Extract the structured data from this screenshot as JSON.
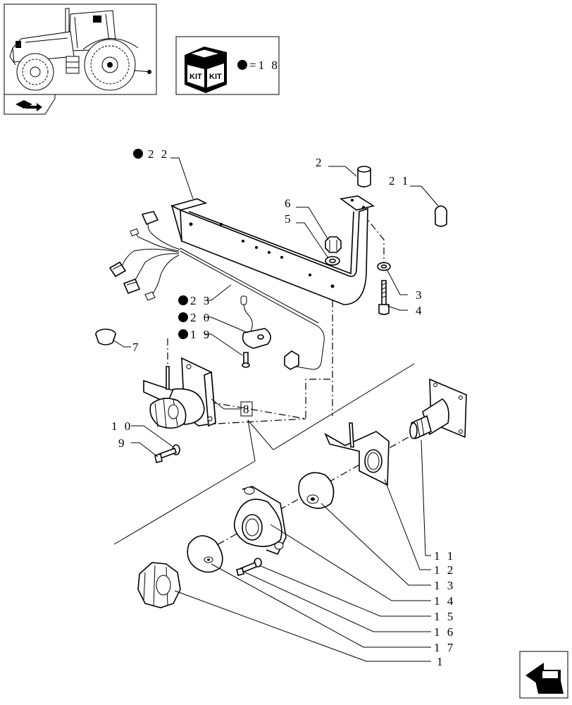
{
  "kit_box": {
    "kit_label_left": "KIT",
    "kit_label_right": "KIT",
    "kit_ref": "=1 8"
  },
  "callouts": [
    {
      "id": "22",
      "text": "2 2",
      "dot": true
    },
    {
      "id": "2",
      "text": "2"
    },
    {
      "id": "21",
      "text": "2 1"
    },
    {
      "id": "6",
      "text": "6"
    },
    {
      "id": "5",
      "text": "5"
    },
    {
      "id": "3",
      "text": "3"
    },
    {
      "id": "4",
      "text": "4"
    },
    {
      "id": "23",
      "text": "2 3",
      "dot": true
    },
    {
      "id": "20",
      "text": "2 0",
      "dot": true
    },
    {
      "id": "19",
      "text": "1 9",
      "dot": true
    },
    {
      "id": "7",
      "text": "7"
    },
    {
      "id": "8",
      "text": "8",
      "boxed": true
    },
    {
      "id": "10",
      "text": "1 0"
    },
    {
      "id": "9",
      "text": "9"
    },
    {
      "id": "11",
      "text": "1 1"
    },
    {
      "id": "12",
      "text": "1 2"
    },
    {
      "id": "13",
      "text": "1 3"
    },
    {
      "id": "14",
      "text": "1 4"
    },
    {
      "id": "15",
      "text": "1 5"
    },
    {
      "id": "16",
      "text": "1 6"
    },
    {
      "id": "17",
      "text": "1 7"
    },
    {
      "id": "1",
      "text": "1"
    }
  ],
  "icons": [
    "tractor-thumbnail-icon",
    "kit-box-icon",
    "book-arrow-icon",
    "next-page-arrow-icon"
  ]
}
